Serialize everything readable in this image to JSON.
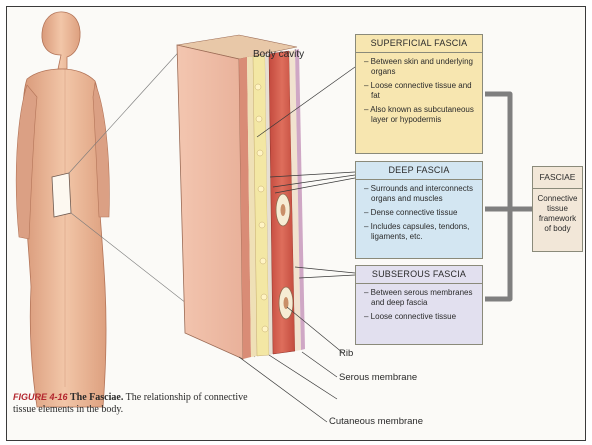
{
  "diagram": {
    "body_cavity_label": "Body cavity",
    "superficial": {
      "title": "SUPERFICIAL FASCIA",
      "items": [
        "Between skin and underlying organs",
        "Loose connective tissue and fat",
        "Also known as subcutaneous layer or hypodermis"
      ]
    },
    "deep": {
      "title": "DEEP FASCIA",
      "items": [
        "Surrounds and interconnects organs and muscles",
        "Dense connective tissue",
        "Includes capsules, tendons, ligaments, etc."
      ]
    },
    "subserous": {
      "title": "SUBSEROUS FASCIA",
      "items": [
        "Between serous membranes and deep fascia",
        "Loose connective tissue"
      ]
    },
    "fasciae": {
      "title": "FASCIAE",
      "body": "Connective tissue framework of body"
    },
    "labels": {
      "rib": "Rib",
      "serous": "Serous membrane",
      "cutaneous": "Cutaneous membrane"
    },
    "caption": {
      "figure": "FIGURE 4-16",
      "title": "The Fasciae.",
      "text": "The relationship of connective tissue elements in the body."
    }
  }
}
